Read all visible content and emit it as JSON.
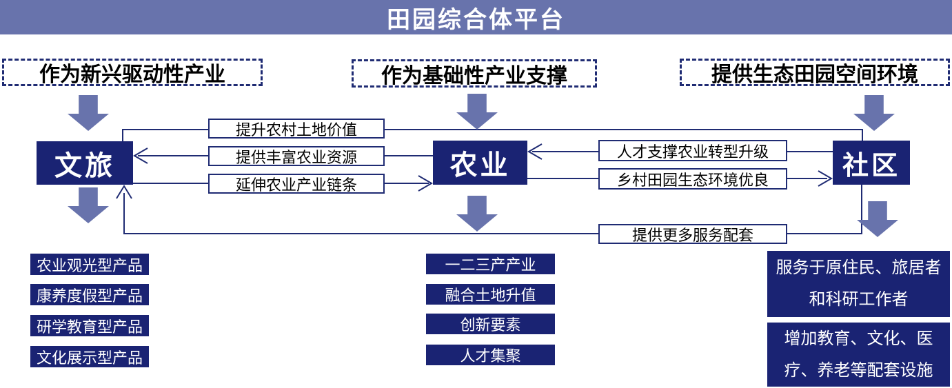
{
  "title": "田园综合体平台",
  "colors": {
    "banner": "#6873ac",
    "thick_arrow": "#6873ac",
    "navy_box": "#1a2373",
    "line_and_border": "#1f2b73",
    "dashed_border": "#1f2b73",
    "background": "#ffffff",
    "text_dark": "#000000",
    "text_light": "#ffffff"
  },
  "top_boxes": {
    "left": "作为新兴驱动性产业",
    "center": "作为基础性产业支撑",
    "right": "提供生态田园空间环境"
  },
  "nodes": {
    "left": "文旅",
    "center": "农业",
    "right": "社区"
  },
  "connectors": {
    "left_group": {
      "top": "提升农村土地价值",
      "middle": "提供丰富农业资源",
      "bottom": "延伸农业产业链条"
    },
    "right_group": {
      "top": "人才支撑农业转型升级",
      "bottom": "乡村田园生态环境优良"
    },
    "bottom_link": "提供更多服务配套"
  },
  "columns": {
    "left": [
      "农业观光型产品",
      "康养度假型产品",
      "研学教育型产品",
      "文化展示型产品"
    ],
    "center": [
      "一二三产产业",
      "融合土地升值",
      "创新要素",
      "人才集聚"
    ],
    "right": [
      "服务于原住民、旅居者和科研工作者",
      "增加教育、文化、医疗、养老等配套设施"
    ]
  }
}
